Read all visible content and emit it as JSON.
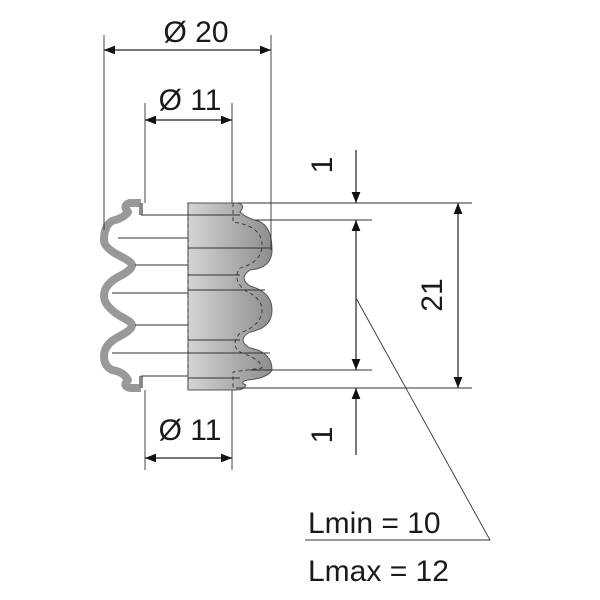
{
  "dimensions": {
    "outer_diameter": "Ø 20",
    "top_inner_diameter": "Ø 11",
    "bottom_inner_diameter": "Ø 11",
    "total_length": "21",
    "top_flange": "1",
    "bottom_flange": "1"
  },
  "lengths": {
    "lmin": "Lmin = 10",
    "lmax": "Lmax = 12"
  },
  "colors": {
    "body": "#a8a8a8",
    "line": "#222222"
  }
}
